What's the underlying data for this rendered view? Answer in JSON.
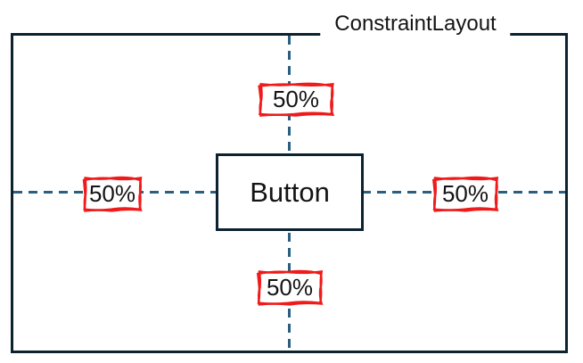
{
  "diagram": {
    "title": "ConstraintLayout",
    "button_label": "Button",
    "percent_labels": [
      {
        "position": "top",
        "value": "50%"
      },
      {
        "position": "left",
        "value": "50%"
      },
      {
        "position": "right",
        "value": "50%"
      },
      {
        "position": "bottom",
        "value": "50%"
      }
    ],
    "colors": {
      "frame_border": "#0c2230",
      "guide_line": "#2a5f7f",
      "annotation_red": "#ef1a1a",
      "text": "#141414",
      "background": "#ffffff"
    }
  }
}
